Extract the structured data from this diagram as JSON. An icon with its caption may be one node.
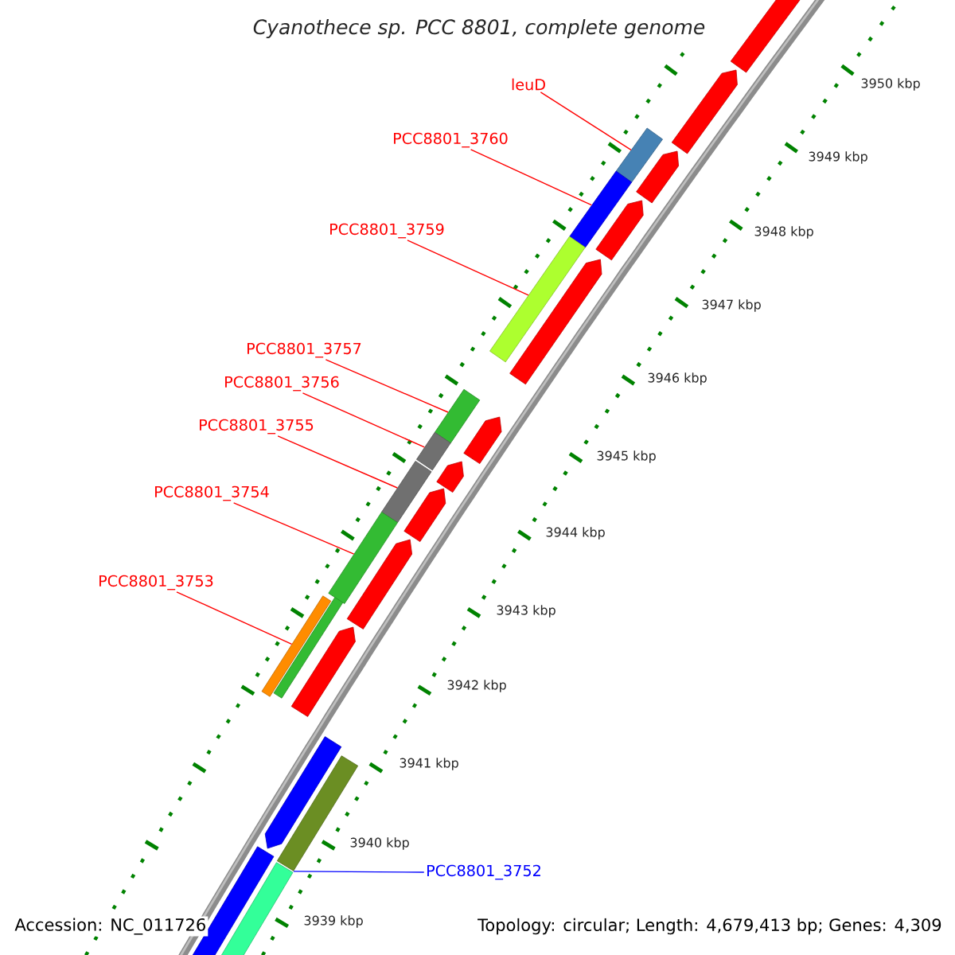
{
  "diagram": {
    "title": "Cyanothece sp. PCC 8801, complete genome",
    "nodes": [
      {
        "text": [
          "leuD"
        ]
      },
      {
        "text": [
          "PCC8801_3760"
        ]
      },
      {
        "text": [
          "PCC8801_3759"
        ]
      },
      {
        "text": [
          "PCC8801_3757"
        ]
      },
      {
        "text": [
          "PCC8801_3756"
        ]
      },
      {
        "text": [
          "PCC8801_3755"
        ]
      },
      {
        "text": [
          "PCC8801_3754"
        ]
      },
      {
        "text": [
          "PCC8801_3753"
        ]
      },
      {
        "text": [
          "PCC8801_3752"
        ]
      },
      {
        "text": [],
        "shape": "bar"
      },
      {
        "text": [],
        "shape": "bar"
      },
      {
        "text": [],
        "shape": "bar"
      },
      {
        "text": [],
        "shape": "bar"
      },
      {
        "text": [],
        "shape": "bar"
      },
      {
        "text": [],
        "shape": "bar"
      },
      {
        "text": [],
        "shape": "bar"
      },
      {
        "text": [],
        "shape": "bar"
      },
      {
        "text": [],
        "shape": "bar"
      },
      {
        "text": [],
        "shape": "bar"
      },
      {
        "text": [],
        "shape": "bar"
      },
      {
        "text": [],
        "shape": "bar"
      },
      {
        "text": [],
        "shape": "bar"
      },
      {
        "text": [],
        "shape": "bar"
      },
      {
        "text": [],
        "shape": "bar"
      },
      {
        "text": [],
        "shape": "bar"
      },
      {
        "text": [],
        "shape": "bar"
      },
      {
        "text": [],
        "shape": "bar"
      },
      {
        "text": [],
        "shape": "bar"
      },
      {
        "text": [],
        "shape": "bar"
      },
      {
        "text": [],
        "shape": "bar"
      },
      {
        "text": [],
        "shape": "bar"
      },
      {
        "text": [],
        "shape": "bar"
      }
    ],
    "edges": [
      {
        "from": 0,
        "to": 9,
        "arrow": "none"
      },
      {
        "from": 1,
        "to": 10,
        "arrow": "none"
      },
      {
        "from": 2,
        "to": 11,
        "arrow": "none"
      },
      {
        "from": 3,
        "to": 12,
        "arrow": "none"
      },
      {
        "from": 4,
        "to": 13,
        "arrow": "none"
      },
      {
        "from": 5,
        "to": 14,
        "arrow": "none"
      },
      {
        "from": 6,
        "to": 15,
        "arrow": "none"
      },
      {
        "from": 7,
        "to": 16,
        "arrow": "none"
      },
      {
        "from": 8,
        "to": 17,
        "arrow": "none",
        "color": "#0000ff"
      }
    ],
    "labels": [
      "3950 kbp",
      "3949 kbp",
      "3948 kbp",
      "3947 kbp",
      "3946 kbp",
      "3945 kbp",
      "3944 kbp",
      "3943 kbp",
      "3942 kbp",
      "3941 kbp",
      "3940 kbp",
      "3939 kbp",
      "Accession: NC_011726",
      "Topology: circular; Length: 4,679,413 bp; Genes: 4,309"
    ]
  }
}
